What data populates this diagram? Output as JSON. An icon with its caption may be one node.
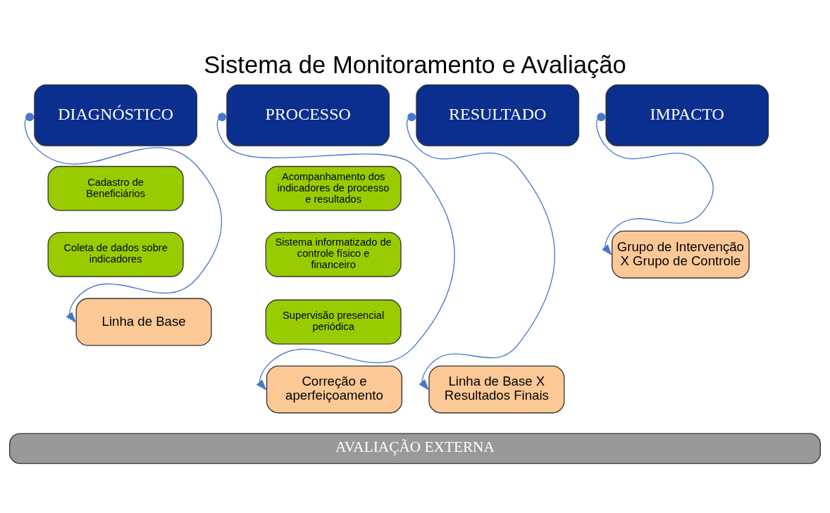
{
  "diagram": {
    "title": "Sistema de Monitoramento e Avaliação",
    "nodes": [
      {
        "text": [
          "DIAGNÓSTICO"
        ]
      },
      {
        "text": [
          "PROCESSO"
        ]
      },
      {
        "text": [
          "RESULTADO"
        ]
      },
      {
        "text": [
          "IMPACTO"
        ]
      },
      {
        "text": [
          "Cadastro de Beneficiários"
        ]
      },
      {
        "text": [
          "Coleta de dados sobre indicadores"
        ]
      },
      {
        "text": [
          "Linha de Base"
        ]
      },
      {
        "text": [
          "Acompanhamento dos indicadores de processo e resultados"
        ]
      },
      {
        "text": [
          "Sistema informatizado de controle físico e financeiro"
        ]
      },
      {
        "text": [
          "Supervisão presencial periódica"
        ]
      },
      {
        "text": [
          "Correção e aperfeiçoamento"
        ]
      },
      {
        "text": [
          "Linha de Base X Resultados Finais"
        ]
      },
      {
        "text": [
          "Grupo de Intervenção X Grupo de Controle"
        ]
      },
      {
        "text": [
          "AVALIAÇÃO EXTERNA"
        ]
      }
    ],
    "edges": [
      {
        "from": 0,
        "to": 6,
        "arrow": "to"
      },
      {
        "from": 1,
        "to": 10,
        "arrow": "to"
      },
      {
        "from": 2,
        "to": 11,
        "arrow": "to"
      },
      {
        "from": 3,
        "to": 12,
        "arrow": "to"
      }
    ]
  }
}
